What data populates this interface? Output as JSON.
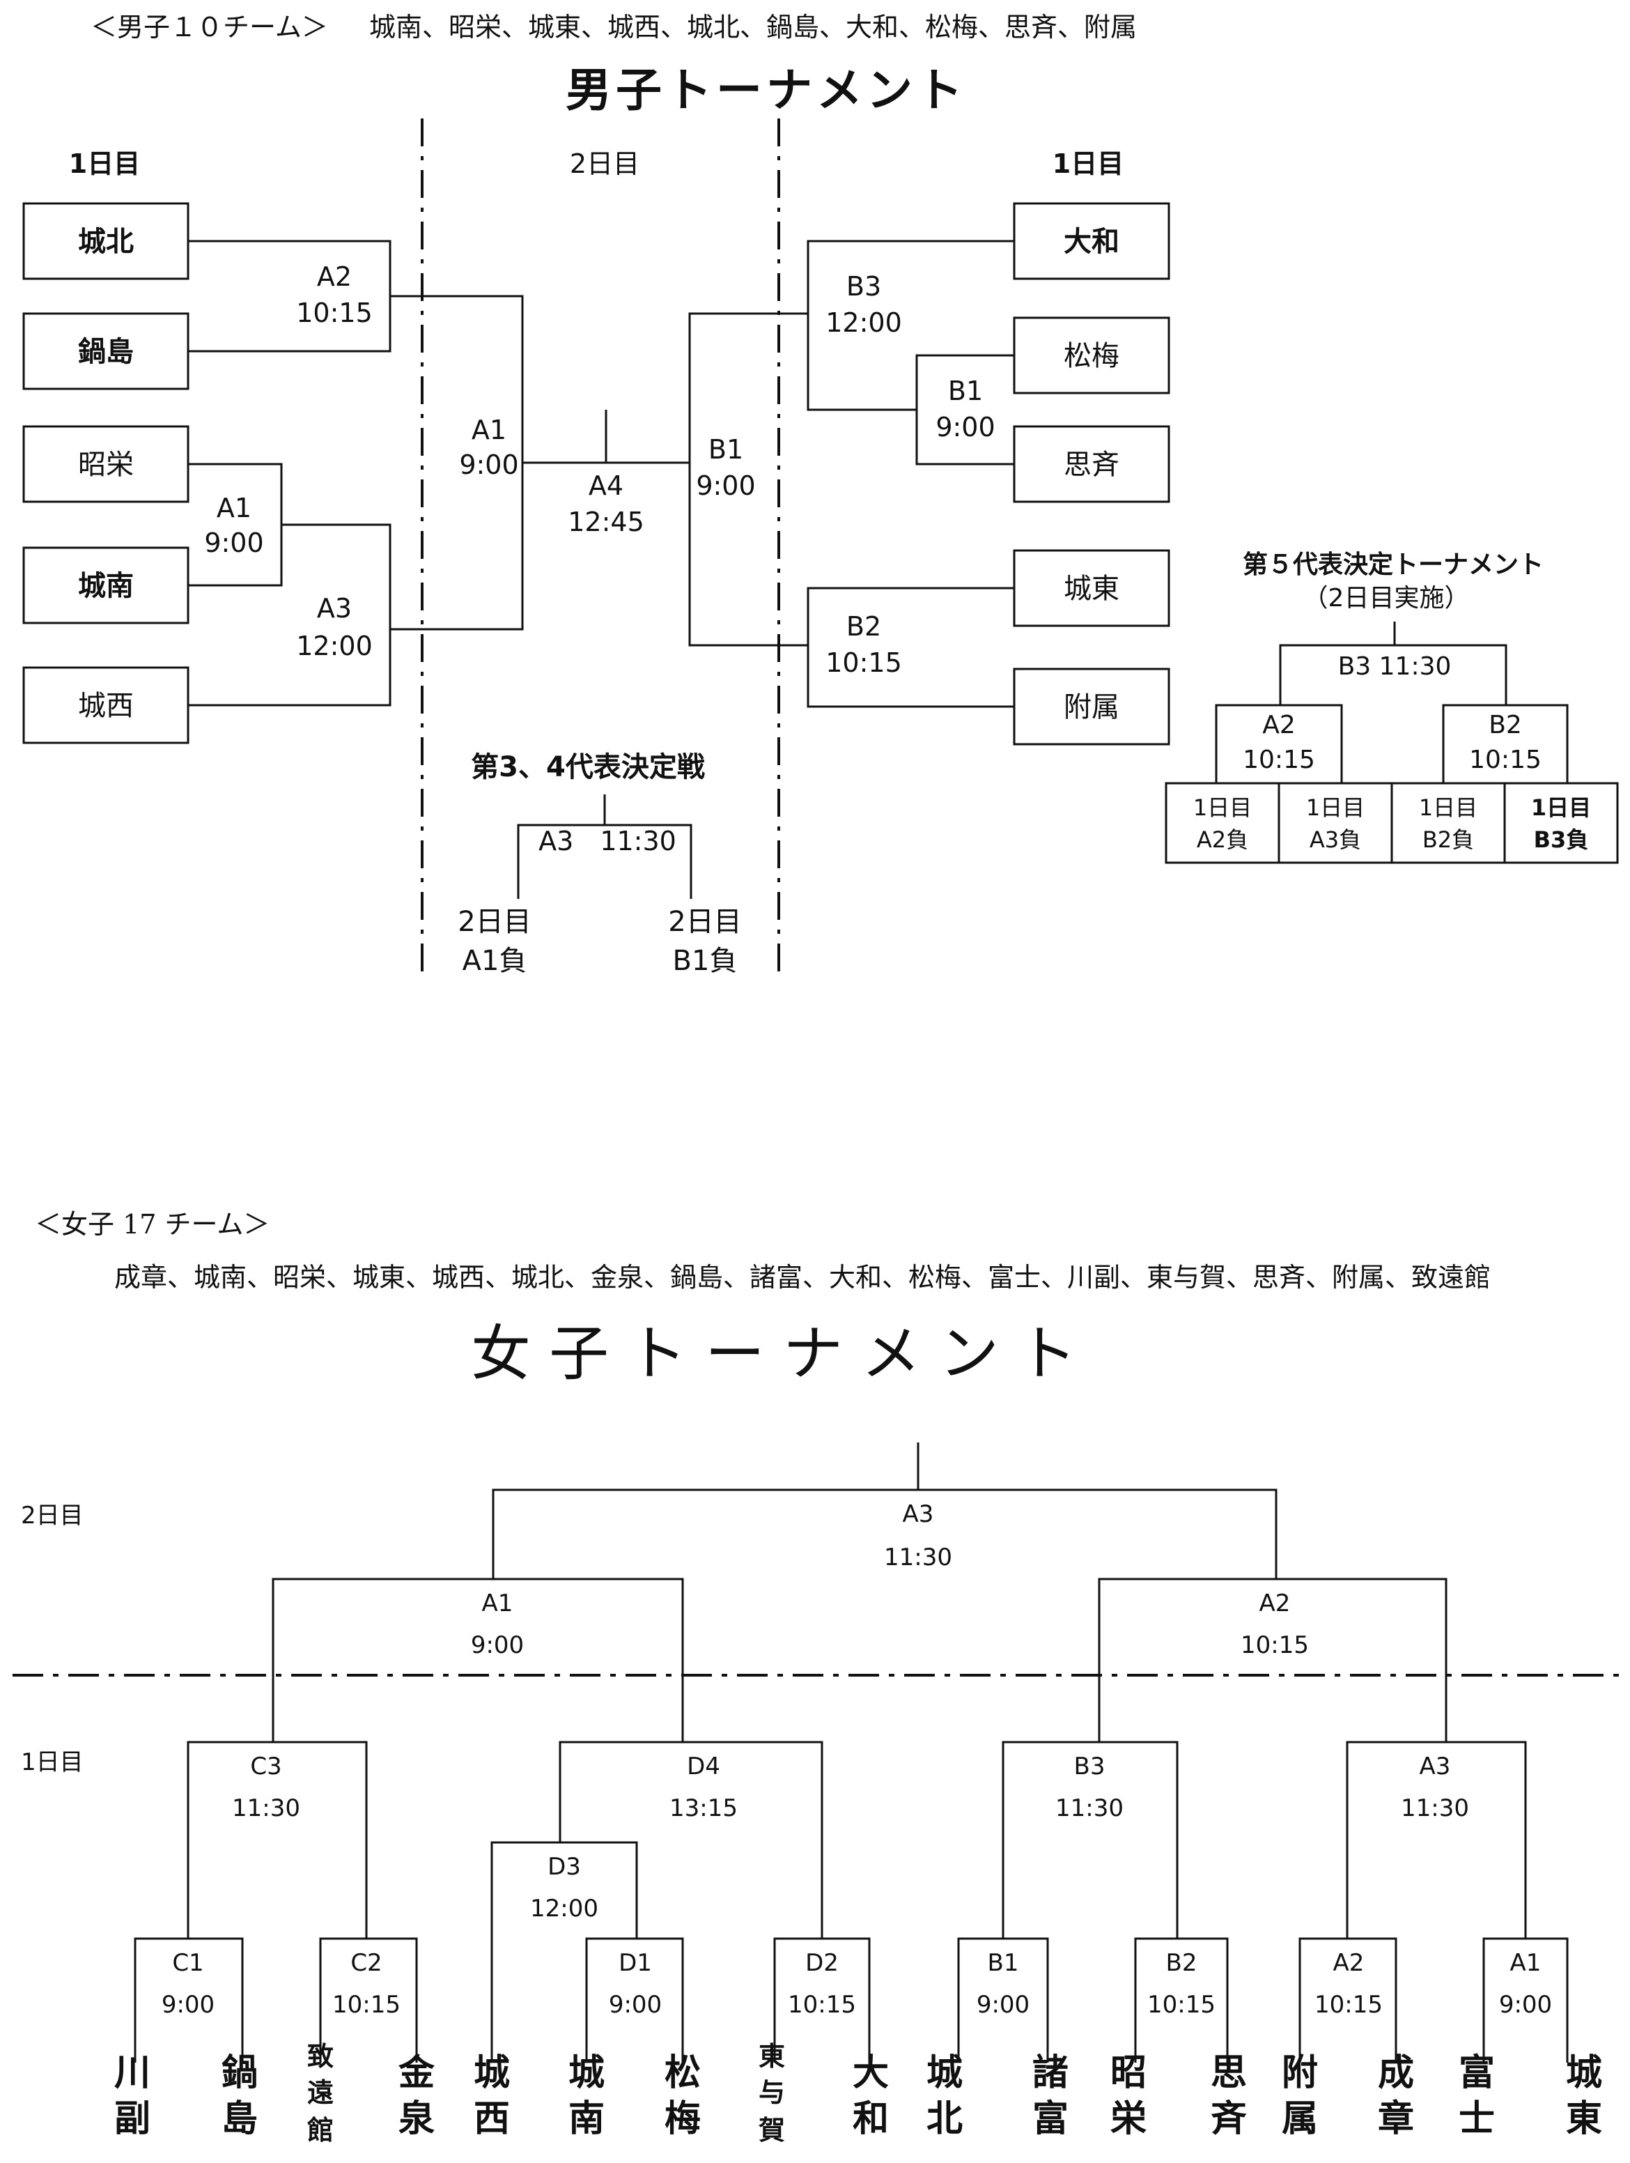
{
  "boys": {
    "header_label": "＜男子１０チーム＞",
    "header_teams": "城南、昭栄、城東、城西、城北、鍋島、大和、松梅、思斉、附属",
    "title": "男子トーナメント",
    "day_left": "1日目",
    "day_center": "2日目",
    "day_right": "1日目",
    "teams_left": [
      "城北",
      "鍋島",
      "昭栄",
      "城南",
      "城西"
    ],
    "teams_right": [
      "大和",
      "松梅",
      "思斉",
      "城東",
      "附属"
    ],
    "match_a2": [
      "A2",
      "10:15"
    ],
    "match_a1_day1": [
      "A1",
      "9:00"
    ],
    "match_a3_day1": [
      "A3",
      "12:00"
    ],
    "match_a1_day2": [
      "A1",
      "9:00"
    ],
    "match_a4": [
      "A4",
      "12:45"
    ],
    "match_b1_day2": [
      "B1",
      "9:00"
    ],
    "match_b3": [
      "B3",
      "12:00"
    ],
    "match_b1_day1": [
      "B1",
      "9:00"
    ],
    "match_b2": [
      "B2",
      "10:15"
    ],
    "third_title": "第3、4代表決定戦",
    "third_match": "A3　11:30",
    "third_left": [
      "2日目",
      "A1負"
    ],
    "third_right": [
      "2日目",
      "B1負"
    ],
    "fifth_title": "第５代表決定トーナメント",
    "fifth_subtitle": "（2日目実施）",
    "fifth_top": "B3 11:30",
    "fifth_a2": [
      "A2",
      "10:15"
    ],
    "fifth_b2": [
      "B2",
      "10:15"
    ],
    "fifth_cells": [
      [
        "1日目",
        "A2負"
      ],
      [
        "1日目",
        "A3負"
      ],
      [
        "1日目",
        "B2負"
      ],
      [
        "1日目",
        "B3負"
      ]
    ]
  },
  "girls": {
    "header_label": "＜女子 17 チーム＞",
    "header_teams": "成章、城南、昭栄、城東、城西、城北、金泉、鍋島、諸富、大和、松梅、富士、川副、東与賀、思斉、附属、致遠館",
    "title": "女子トーナメント",
    "day2": "2日目",
    "day1": "1日目",
    "final": [
      "A3",
      "11:30"
    ],
    "semi_left": [
      "A1",
      "9:00"
    ],
    "semi_right": [
      "A2",
      "10:15"
    ],
    "c3": [
      "C3",
      "11:30"
    ],
    "d4": [
      "D4",
      "13:15"
    ],
    "b3": [
      "B3",
      "11:30"
    ],
    "a3_day1": [
      "A3",
      "11:30"
    ],
    "d3": [
      "D3",
      "12:00"
    ],
    "c1": [
      "C1",
      "9:00"
    ],
    "c2": [
      "C2",
      "10:15"
    ],
    "d1": [
      "D1",
      "9:00"
    ],
    "d2": [
      "D2",
      "10:15"
    ],
    "b1": [
      "B1",
      "9:00"
    ],
    "b2": [
      "B2",
      "10:15"
    ],
    "a2_day1": [
      "A2",
      "10:15"
    ],
    "a1_day1": [
      "A1",
      "9:00"
    ],
    "teams": [
      [
        "川",
        "副"
      ],
      [
        "鍋",
        "島"
      ],
      [
        "致",
        "遠",
        "館"
      ],
      [
        "金",
        "泉"
      ],
      [
        "城",
        "西"
      ],
      [
        "城",
        "南"
      ],
      [
        "松",
        "梅"
      ],
      [
        "東",
        "与",
        "賀"
      ],
      [
        "大",
        "和"
      ],
      [
        "城",
        "北"
      ],
      [
        "諸",
        "富"
      ],
      [
        "昭",
        "栄"
      ],
      [
        "思",
        "斉"
      ],
      [
        "附",
        "属"
      ],
      [
        "成",
        "章"
      ],
      [
        "富",
        "士"
      ],
      [
        "城",
        "東"
      ]
    ]
  }
}
